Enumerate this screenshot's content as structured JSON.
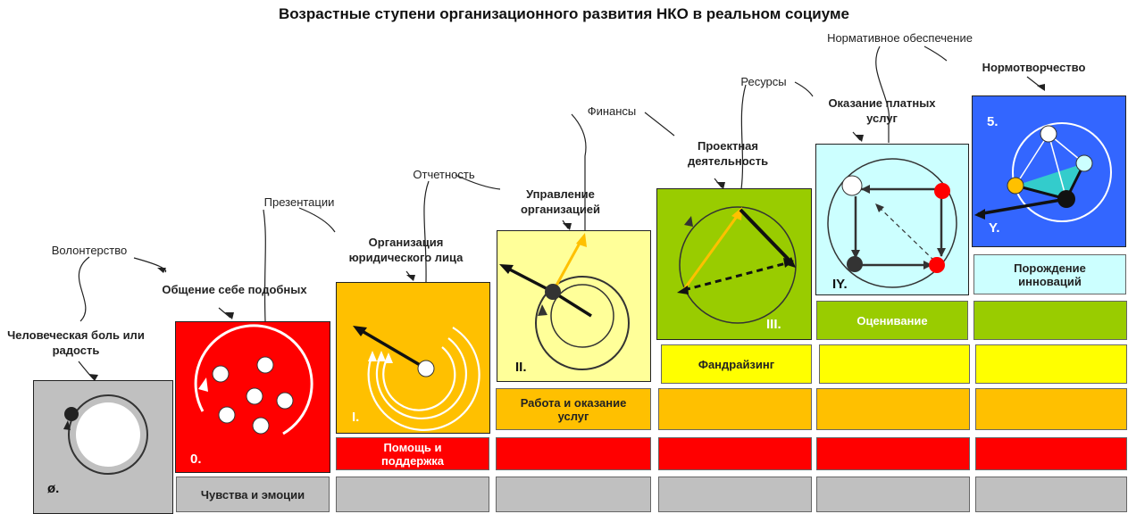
{
  "title": "Возрастные ступени организационного развития НКО в реальном социуме",
  "stages": [
    {
      "numeral": "ø.",
      "label": "Человеческая боль или радость",
      "top_note": "Волонтерство"
    },
    {
      "numeral": "0.",
      "label": "Общение себе подобных",
      "top_note": "Презентации"
    },
    {
      "numeral": "I.",
      "label": "Организация юридического лица",
      "top_note": "Отчетность"
    },
    {
      "numeral": "II.",
      "label": "Управление организацией",
      "top_note": "Финансы"
    },
    {
      "numeral": "III.",
      "label": "Проектная деятельность",
      "top_note": "Ресурсы"
    },
    {
      "numeral": "IY.",
      "label": "Оказание платных услуг",
      "top_note": "Нормативное обеспечение"
    },
    {
      "numeral": "5.",
      "label": "Нормотворчество"
    },
    {
      "numeral": "Y."
    }
  ],
  "layers": {
    "emotions": "Чувства и эмоции",
    "help": "Помощь и поддержка",
    "services": "Работа и оказание услуг",
    "fundraising": "Фандрайзинг",
    "evaluation": "Оценивание",
    "innovation": "Порождение инноваций"
  },
  "colors": {
    "gray": "#c0c0c0",
    "red": "#ff0000",
    "orange": "#ffc000",
    "yellow": "#ffff00",
    "green": "#99cc00",
    "cyan": "#ccffff",
    "blue": "#3366ff",
    "light_yellow": "#ffff99"
  }
}
